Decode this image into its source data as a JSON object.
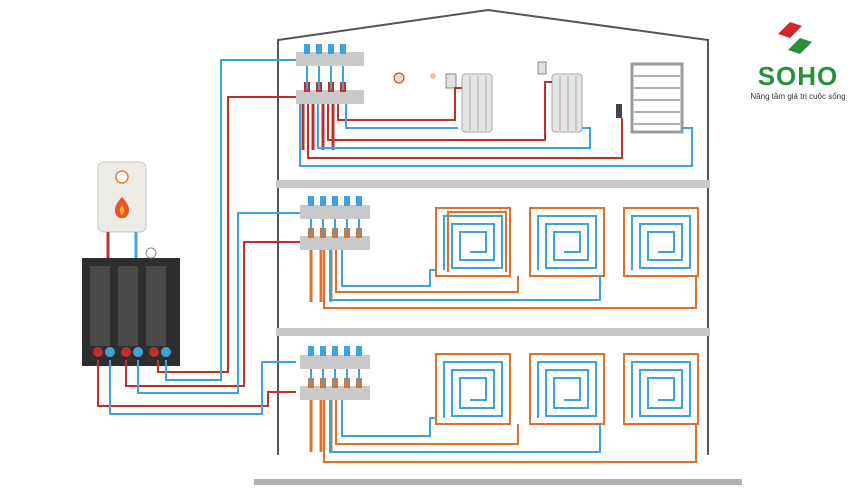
{
  "brand": {
    "name": "SOHO",
    "tagline": "Nâng tầm giá trị cuộc sống",
    "primary_color": "#2a8f3c",
    "accent_color": "#d6262c"
  },
  "colors": {
    "hot_pipe": "#c0302b",
    "cold_pipe": "#3fa3d8",
    "floor_heat_loop": "#e0702e",
    "house_outline": "#555555",
    "floor_slab": "#c8c8c8"
  },
  "diagram": {
    "floors": [
      {
        "name": "upper-floor-radiators",
        "emitters": [
          "radiator-1",
          "radiator-2",
          "towel-rail"
        ]
      },
      {
        "name": "middle-floor-underfloor",
        "emitters": [
          "floor-loop-1",
          "floor-loop-2",
          "floor-loop-3"
        ]
      },
      {
        "name": "ground-floor-underfloor",
        "emitters": [
          "floor-loop-1",
          "floor-loop-2",
          "floor-loop-3"
        ]
      }
    ],
    "source": [
      "boiler",
      "pump-group"
    ]
  }
}
